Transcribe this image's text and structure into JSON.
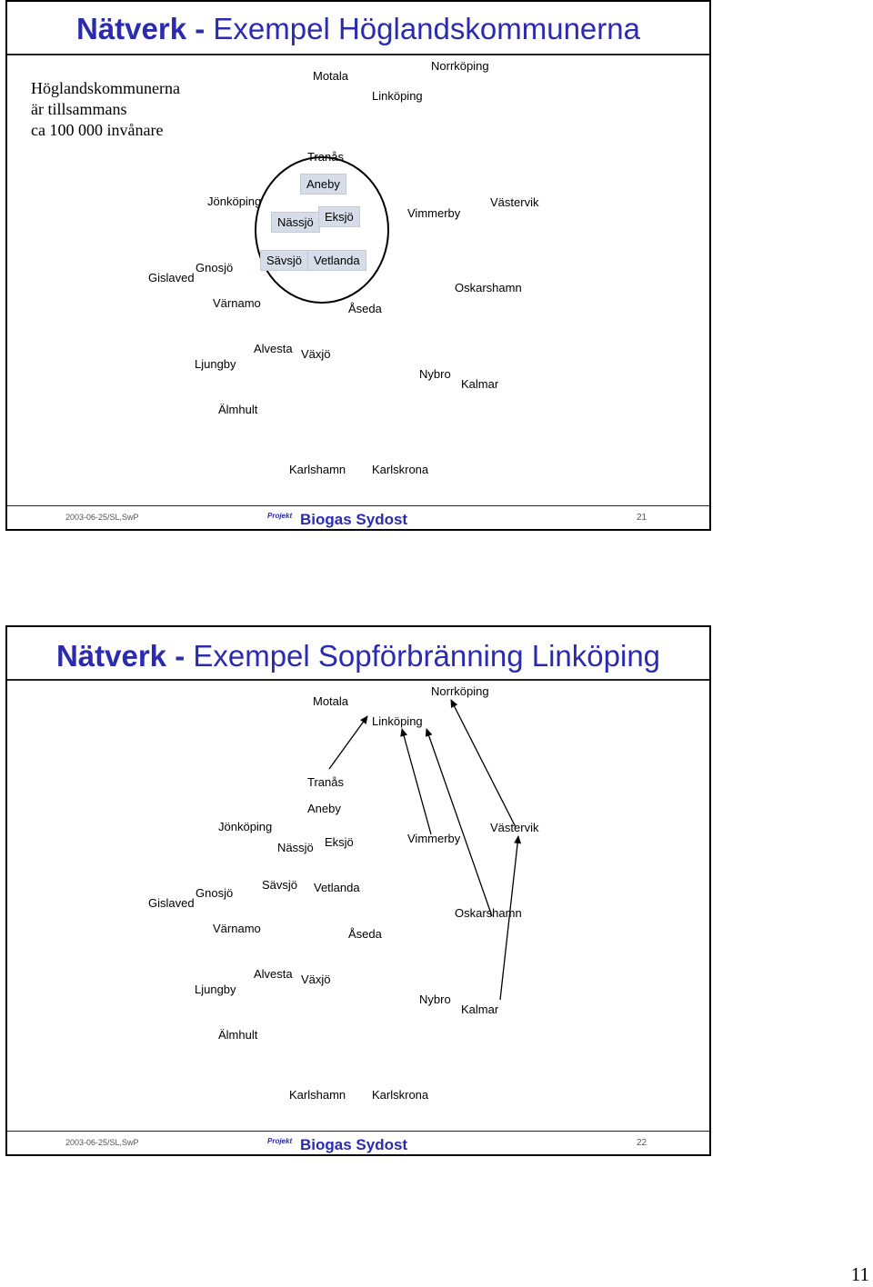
{
  "slide1": {
    "title_bold": "Nätverk -",
    "title_rest": " Exempel Höglandskommunerna",
    "note_lines": [
      "Höglandskommunerna",
      "är tillsammans",
      "ca 100 000 invånare"
    ],
    "cities": {
      "motala": "Motala",
      "norrkoping": "Norrköping",
      "linkoping": "Linköping",
      "tranas": "Tranås",
      "aneby": "Aneby",
      "jonkoping": "Jönköping",
      "nassjo": "Nässjö",
      "eksjo": "Eksjö",
      "vimmerby": "Vimmerby",
      "vastervik": "Västervik",
      "gislaved": "Gislaved",
      "gnosjo": "Gnosjö",
      "savsjo": "Sävsjö",
      "vetlanda": "Vetlanda",
      "oskarshamn": "Oskarshamn",
      "varnamo": "Värnamo",
      "aseda": "Åseda",
      "ljungby": "Ljungby",
      "alvesta": "Alvesta",
      "vaxjo": "Växjö",
      "nybro": "Nybro",
      "kalmar": "Kalmar",
      "almhult": "Älmhult",
      "karlshamn": "Karlshamn",
      "karlskrona": "Karlskrona"
    },
    "footer": {
      "date": "2003-06-25/SL,SwP",
      "project_tag": "Projekt",
      "brand": "Biogas Sydost",
      "slide_number": "21"
    }
  },
  "slide2": {
    "title_bold": "Nätverk -",
    "title_rest": " Exempel Sopförbränning Linköping",
    "cities": {
      "motala": "Motala",
      "norrkoping": "Norrköping",
      "linkoping": "Linköping",
      "tranas": "Tranås",
      "aneby": "Aneby",
      "jonkoping": "Jönköping",
      "nassjo": "Nässjö",
      "eksjo": "Eksjö",
      "vimmerby": "Vimmerby",
      "vastervik": "Västervik",
      "gislaved": "Gislaved",
      "gnosjo": "Gnosjö",
      "savsjo": "Sävsjö",
      "vetlanda": "Vetlanda",
      "oskarshamn": "Oskarshamn",
      "varnamo": "Värnamo",
      "aseda": "Åseda",
      "ljungby": "Ljungby",
      "alvesta": "Alvesta",
      "vaxjo": "Växjö",
      "nybro": "Nybro",
      "kalmar": "Kalmar",
      "almhult": "Älmhult",
      "karlshamn": "Karlshamn",
      "karlskrona": "Karlskrona"
    },
    "footer": {
      "date": "2003-06-25/SL,SwP",
      "project_tag": "Projekt",
      "brand": "Biogas Sydost",
      "slide_number": "22"
    }
  },
  "page_number": "11",
  "colors": {
    "title": "#2b2bb0",
    "highlight": "#d6dde8"
  }
}
